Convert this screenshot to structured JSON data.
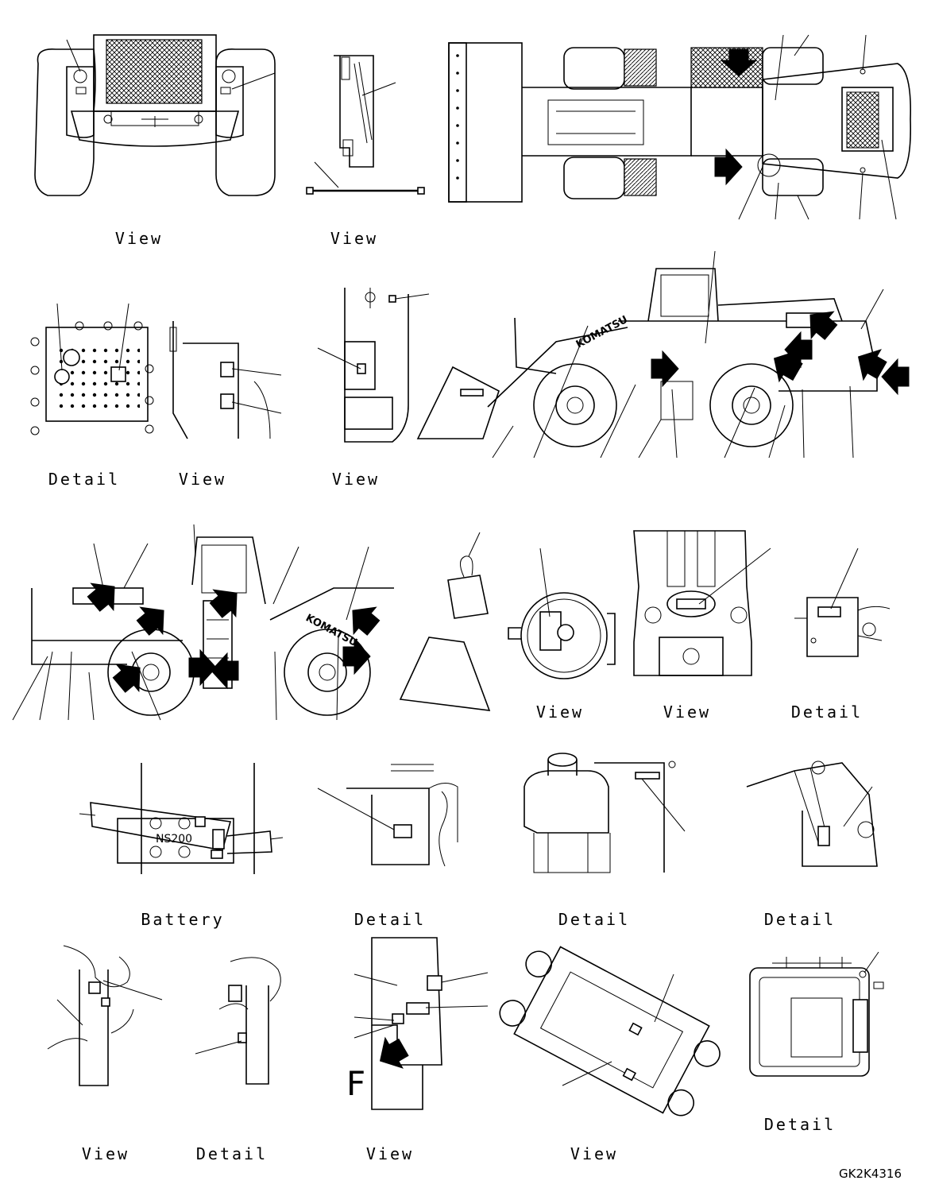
{
  "captions": {
    "r1_front_view": "View",
    "r1_cylinder_view": "View",
    "r2_grille_detail": "Detail",
    "r2_bracket_view": "View",
    "r2_cab_step_view": "View",
    "r3_tank_view": "View",
    "r3_frame_view": "View",
    "r3_box_detail": "Detail",
    "r4_battery": "Battery",
    "r4_detail_a": "Detail",
    "r4_detail_b": "Detail",
    "r4_detail_c": "Detail",
    "r5_harness_view": "View",
    "r5_harness_detail": "Detail",
    "r5_fender_view": "View",
    "r5_axle_view": "View",
    "r5_controller_detail": "Detail"
  },
  "drawing_text": {
    "brand_side": "KOMATSU",
    "brand_side_left": "KOMATSU",
    "battery_label": "NS200",
    "fender_letter": "F"
  },
  "reference_code": "GK2K4316",
  "colors": {
    "ink": "#000000",
    "paper": "#ffffff"
  },
  "icons": [
    "arrow-icon"
  ]
}
